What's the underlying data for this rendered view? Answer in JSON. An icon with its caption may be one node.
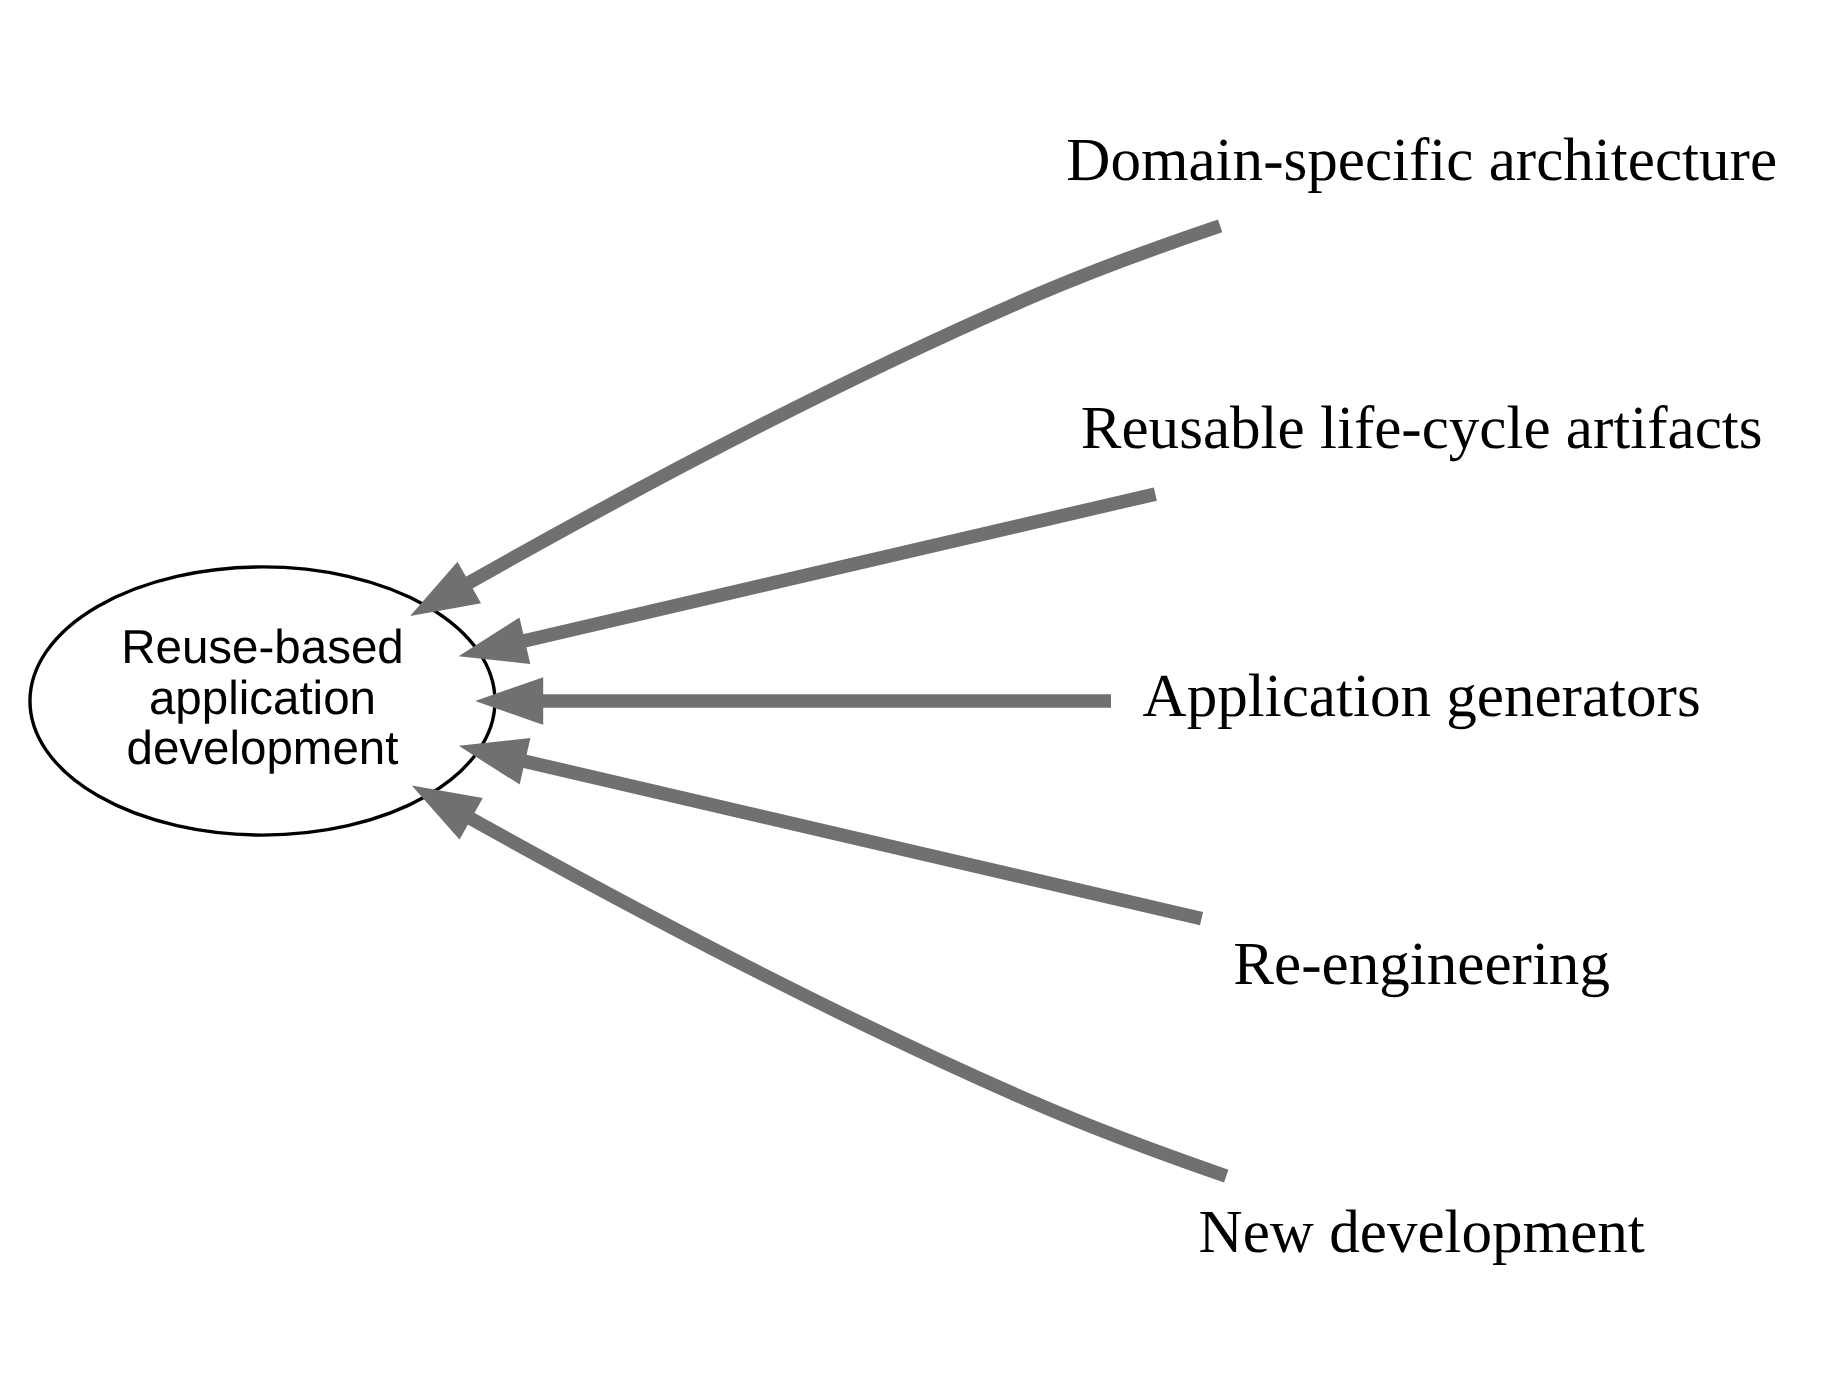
{
  "diagram": {
    "nodes": [
      {
        "text": [
          "Reuse-based application development"
        ]
      },
      {
        "text": [
          "Domain-specific architecture"
        ]
      },
      {
        "text": [
          "Reusable life-cycle artifacts"
        ]
      },
      {
        "text": [
          "Application generators"
        ]
      },
      {
        "text": [
          "Re-engineering"
        ]
      },
      {
        "text": [
          "New development"
        ]
      }
    ],
    "edges": [
      {
        "from": 1,
        "to": 0,
        "arrow": "to"
      },
      {
        "from": 2,
        "to": 0,
        "arrow": "to"
      },
      {
        "from": 3,
        "to": 0,
        "arrow": "to"
      },
      {
        "from": 4,
        "to": 0,
        "arrow": "to"
      },
      {
        "from": 5,
        "to": 0,
        "arrow": "to"
      }
    ]
  }
}
